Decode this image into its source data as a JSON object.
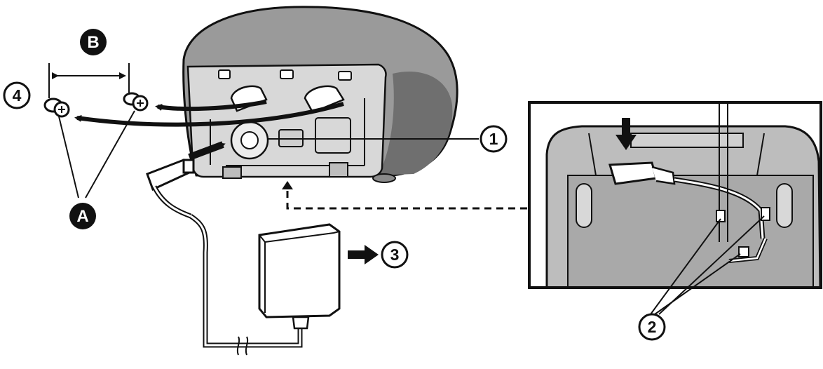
{
  "labels": {
    "a": "A",
    "b": "B",
    "c1": "1",
    "c2": "2",
    "c3": "3",
    "c4": "4"
  },
  "colors": {
    "ink": "#111111",
    "base_body": "#9a9a9a",
    "base_shadow": "#6f6f6f",
    "underside": "#d8d8d8",
    "detail_bg": "#bdbdbd"
  }
}
